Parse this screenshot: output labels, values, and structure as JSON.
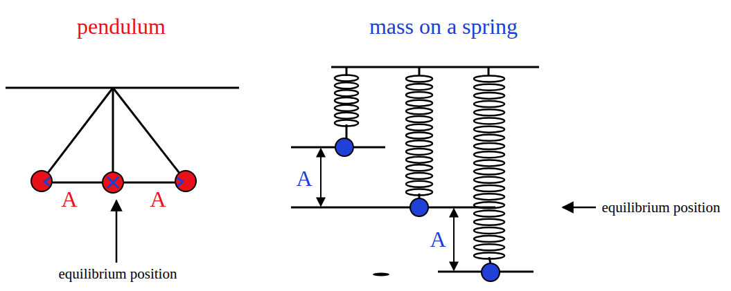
{
  "diagram": {
    "labels": [
      "pendulum",
      "mass on a spring",
      "A",
      "A",
      "equilibrium position",
      "A",
      "A",
      "equilibrium position"
    ]
  }
}
